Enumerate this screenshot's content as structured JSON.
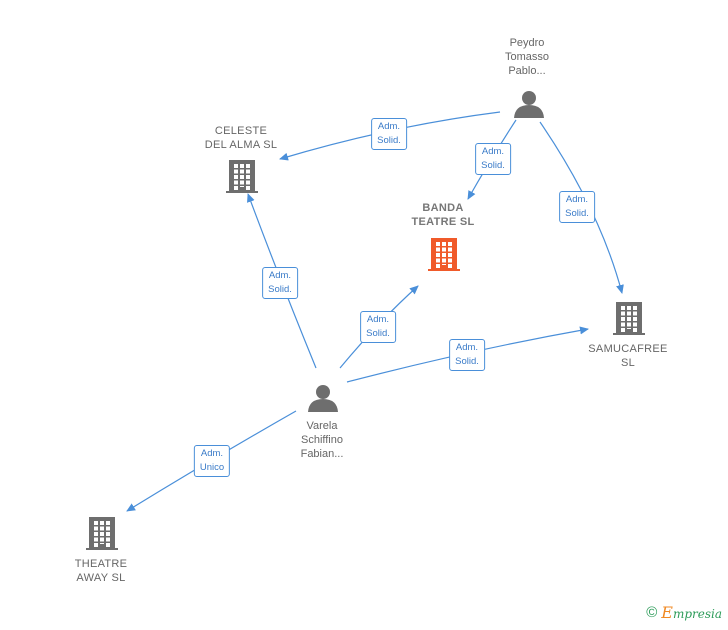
{
  "nodes": [
    {
      "id": "celeste",
      "kind": "company",
      "lines": [
        "CELESTE",
        "DEL ALMA  SL"
      ]
    },
    {
      "id": "banda",
      "kind": "company-focus",
      "lines": [
        "BANDA",
        "TEATRE  SL"
      ]
    },
    {
      "id": "samucafree",
      "kind": "company",
      "lines": [
        "SAMUCAFREE",
        "SL"
      ]
    },
    {
      "id": "theatre",
      "kind": "company",
      "lines": [
        "THEATRE",
        "AWAY  SL"
      ]
    },
    {
      "id": "peydro",
      "kind": "person",
      "lines": [
        "Peydro",
        "Tomasso",
        "Pablo..."
      ]
    },
    {
      "id": "varela",
      "kind": "person",
      "lines": [
        "Varela",
        "Schiffino",
        "Fabian..."
      ]
    }
  ],
  "edges": [
    {
      "from": "peydro",
      "to": "celeste",
      "label": [
        "Adm.",
        "Solid."
      ]
    },
    {
      "from": "peydro",
      "to": "banda",
      "label": [
        "Adm.",
        "Solid."
      ]
    },
    {
      "from": "peydro",
      "to": "samucafree",
      "label": [
        "Adm.",
        "Solid."
      ]
    },
    {
      "from": "varela",
      "to": "celeste",
      "label": [
        "Adm.",
        "Solid."
      ]
    },
    {
      "from": "varela",
      "to": "banda",
      "label": [
        "Adm.",
        "Solid."
      ]
    },
    {
      "from": "varela",
      "to": "samucafree",
      "label": [
        "Adm.",
        "Solid."
      ]
    },
    {
      "from": "varela",
      "to": "theatre",
      "label": [
        "Adm.",
        "Unico"
      ]
    }
  ],
  "colors": {
    "company": "#6e6e6e",
    "focus": "#f05a2a",
    "person": "#6e6e6e",
    "edge": "#4a8fd9"
  },
  "footer": {
    "copyright": "©",
    "brand_initial": "E",
    "brand_rest": "mpresia"
  }
}
